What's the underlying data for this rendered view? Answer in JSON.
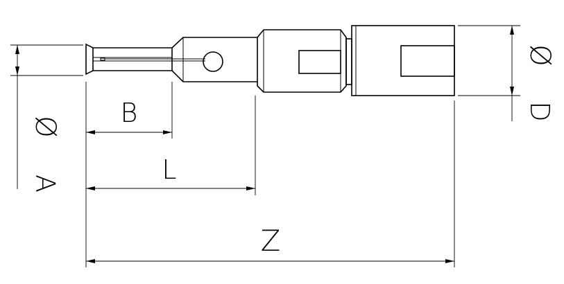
{
  "dimensions": {
    "diameter_symbol": "Ø",
    "diameter_a": "A",
    "diameter_d": "D",
    "length_b": "B",
    "length_l": "L",
    "length_z": "Z"
  }
}
